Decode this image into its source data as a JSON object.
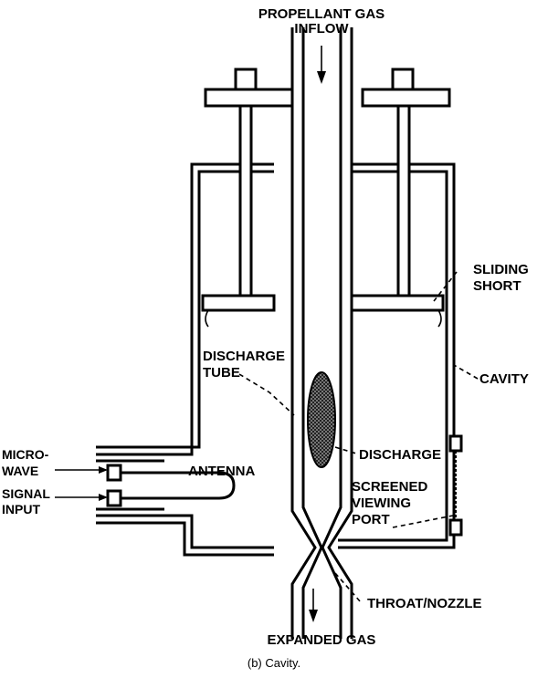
{
  "labels": {
    "inflow_line1": "PROPELLANT GAS",
    "inflow_line2": "INFLOW",
    "sliding_short_line1": "SLIDING",
    "sliding_short_line2": "SHORT",
    "cavity": "CAVITY",
    "discharge_tube_line1": "DISCHARGE",
    "discharge_tube_line2": "TUBE",
    "discharge": "DISCHARGE",
    "microwave_line1": "MICRO-",
    "microwave_line2": "WAVE",
    "microwave_line3": "SIGNAL",
    "microwave_line4": "INPUT",
    "antenna": "ANTENNA",
    "viewing_port_line1": "SCREENED",
    "viewing_port_line2": "VIEWING",
    "viewing_port_line3": "PORT",
    "throat": "THROAT/NOZZLE",
    "expanded": "EXPANDED GAS"
  },
  "caption": "(b) Cavity."
}
